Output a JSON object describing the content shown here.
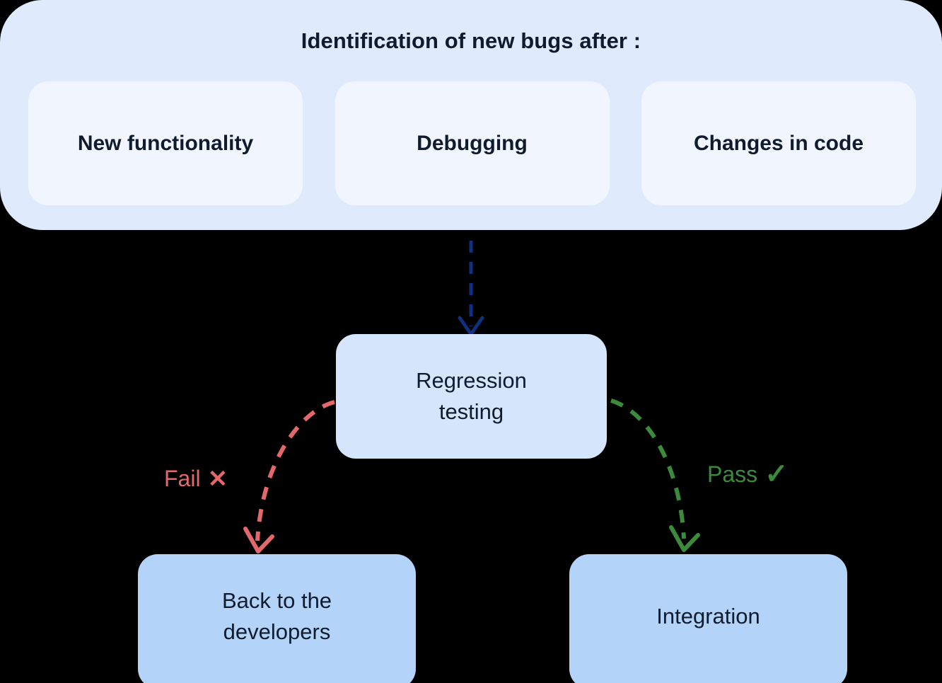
{
  "diagram": {
    "title": "Identification of new bugs after :",
    "sources": [
      {
        "label": "New functionality"
      },
      {
        "label": "Debugging"
      },
      {
        "label": "Changes in code"
      }
    ],
    "process": {
      "line1": "Regression",
      "line2": "testing"
    },
    "branches": {
      "fail": {
        "label": "Fail",
        "glyph": "✕",
        "icon_name": "cross-icon",
        "color": "#e2686b",
        "target_line1": "Back to the",
        "target_line2": "developers"
      },
      "pass": {
        "label": "Pass",
        "glyph": "✓",
        "icon_name": "check-icon",
        "color": "#3c8a3c",
        "target_line1": "Integration",
        "target_line2": ""
      }
    },
    "colors": {
      "container_bg": "#dfeafc",
      "source_card_bg": "#f1f6fe",
      "process_bg": "#d5e5fb",
      "outcome_bg": "#b3d3f9",
      "text": "#101c2e",
      "arrow_main": "#10307e",
      "fail": "#e2686b",
      "pass": "#3c8a3c",
      "page_bg": "#000000"
    }
  }
}
